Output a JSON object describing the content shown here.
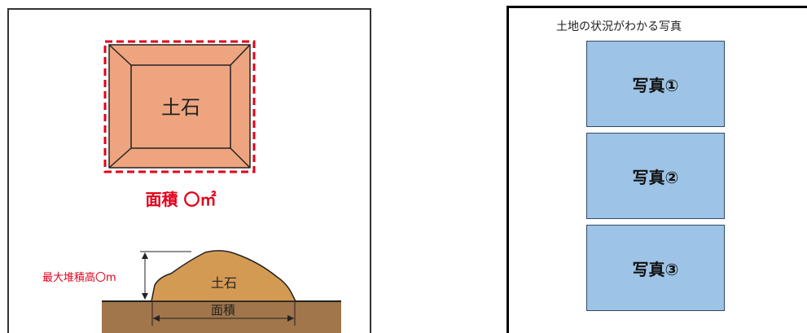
{
  "left_panel": {
    "top_view_label": "土石",
    "area_caption": "面積 〇㎡",
    "height_label": "最大堆積高〇m",
    "mound_label": "土石",
    "ground_width_label": "面積",
    "colors": {
      "top_view_fill": "#eea57f",
      "dashed_border": "#e0001a",
      "area_caption": "#e0001a",
      "height_label": "#e0001a",
      "mound_fill": "#d39a54",
      "ground_fill": "#a0764a"
    }
  },
  "right_panel": {
    "caption": "土地の状況がわかる写真",
    "photos": [
      {
        "label": "写真①"
      },
      {
        "label": "写真②"
      },
      {
        "label": "写真③"
      }
    ],
    "photo_fill": "#9dc3e6"
  }
}
